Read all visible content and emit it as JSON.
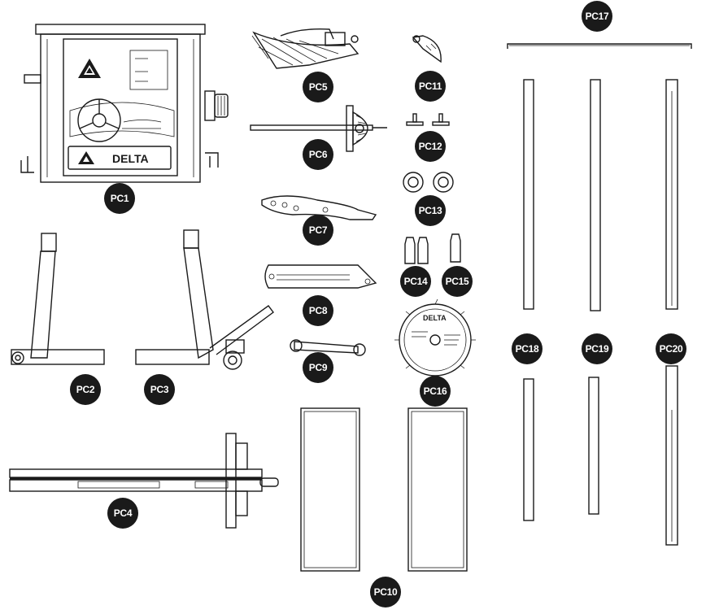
{
  "parts": [
    {
      "id": "pc1",
      "label": "PC1"
    },
    {
      "id": "pc2",
      "label": "PC2"
    },
    {
      "id": "pc3",
      "label": "PC3"
    },
    {
      "id": "pc4",
      "label": "PC4"
    },
    {
      "id": "pc5",
      "label": "PC5"
    },
    {
      "id": "pc6",
      "label": "PC6"
    },
    {
      "id": "pc7",
      "label": "PC7"
    },
    {
      "id": "pc8",
      "label": "PC8"
    },
    {
      "id": "pc9",
      "label": "PC9"
    },
    {
      "id": "pc10",
      "label": "PC10"
    },
    {
      "id": "pc11",
      "label": "PC11"
    },
    {
      "id": "pc12",
      "label": "PC12"
    },
    {
      "id": "pc13",
      "label": "PC13"
    },
    {
      "id": "pc14",
      "label": "PC14"
    },
    {
      "id": "pc15",
      "label": "PC15"
    },
    {
      "id": "pc16",
      "label": "PC16"
    },
    {
      "id": "pc17",
      "label": "PC17"
    },
    {
      "id": "pc18",
      "label": "PC18"
    },
    {
      "id": "pc19",
      "label": "PC19"
    },
    {
      "id": "pc20",
      "label": "PC20"
    }
  ],
  "saw": {
    "brand": "DELTA"
  },
  "blade": {
    "brand": "DELTA"
  },
  "colors": {
    "ink": "#1a1a1a",
    "paper": "#ffffff",
    "badge_text": "#ffffff"
  }
}
